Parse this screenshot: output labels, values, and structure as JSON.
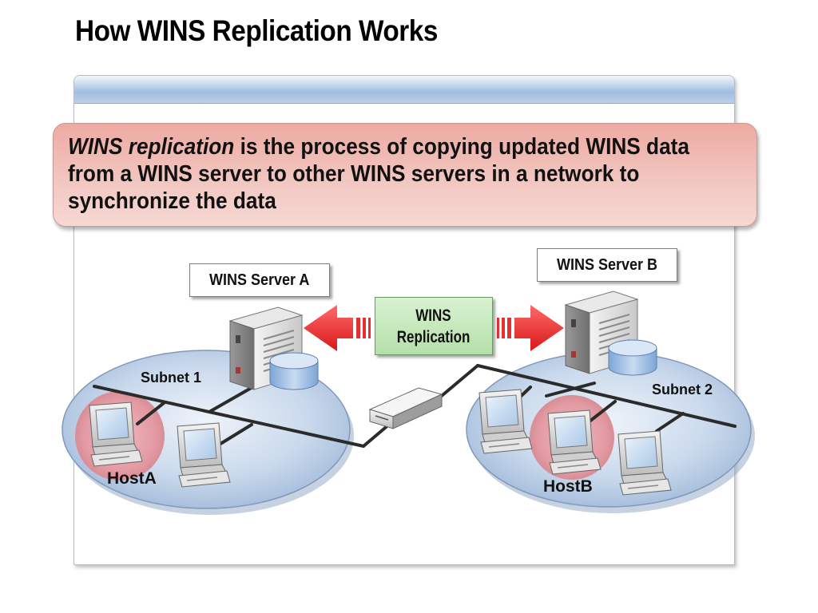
{
  "title": "How WINS Replication Works",
  "definition": {
    "term": "WINS replication",
    "text": " is the process of copying updated WINS data from a WINS server to other WINS servers in a network to synchronize the data"
  },
  "diagram": {
    "server_a_label": "WINS Server A",
    "server_b_label": "WINS Server B",
    "replication_label_line1": "WINS",
    "replication_label_line2": "Replication",
    "subnet1_label": "Subnet 1",
    "subnet2_label": "Subnet 2",
    "hosta_label": "HostA",
    "hostb_label": "HostB"
  },
  "colors": {
    "subnet_fill": "#b8cde6",
    "host_highlight": "#e6a0a8",
    "arrow": "#ee2e2e",
    "replication_box": "#c6e8bb",
    "definition_box": "#f2c0ba"
  }
}
